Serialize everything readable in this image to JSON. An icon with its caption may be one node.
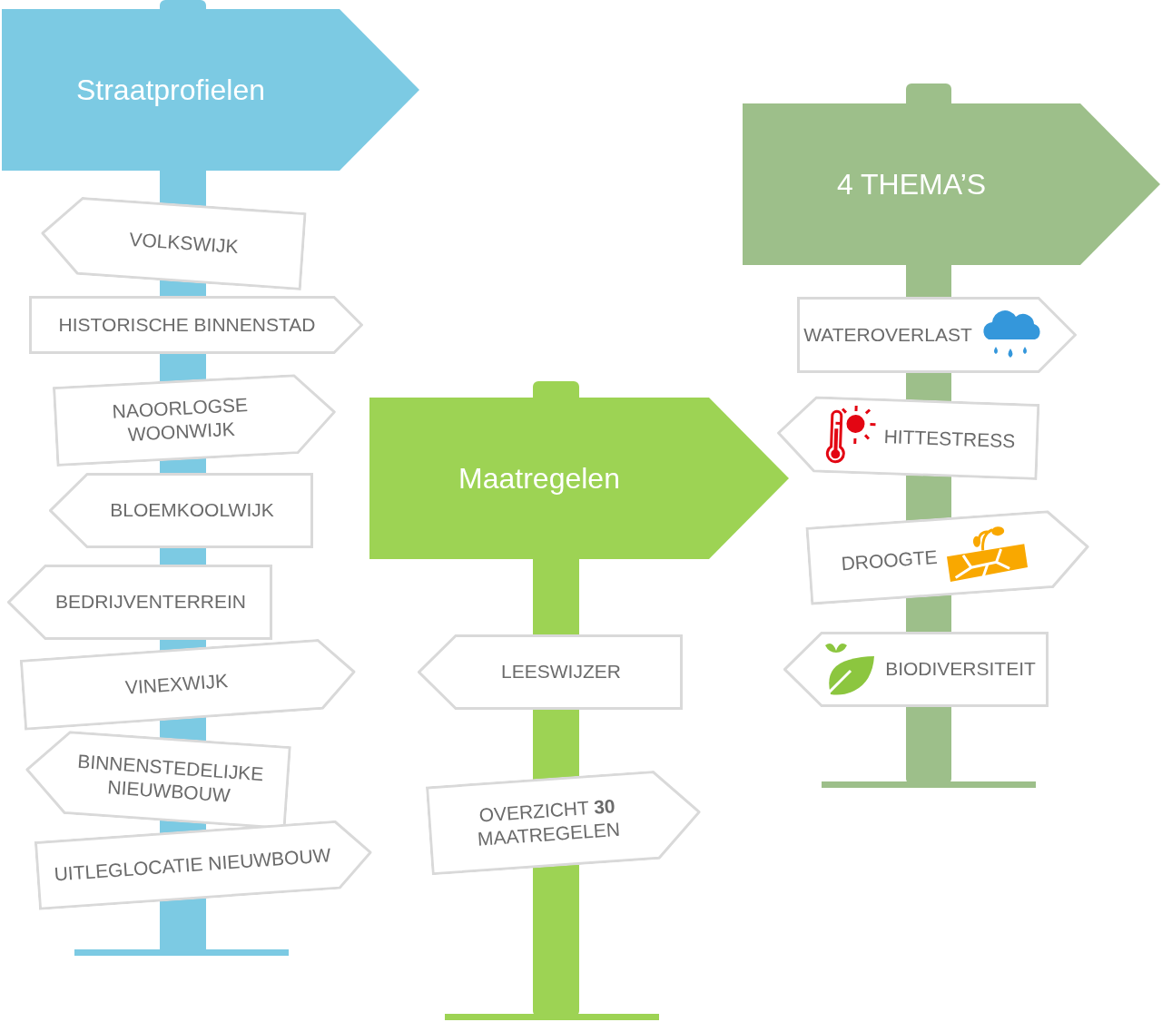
{
  "diagram": {
    "nodes": [
      {
        "text": [
          "Straatprofielen"
        ]
      },
      {
        "text": [
          "VOLKSWIJK"
        ]
      },
      {
        "text": [
          "HISTORISCHE BINNENSTAD"
        ]
      },
      {
        "text": [
          "NAOORLOGSE WOONWIJK"
        ]
      },
      {
        "text": [
          "BLOEMKOOLWIJK"
        ]
      },
      {
        "text": [
          "BEDRIJVENTERREIN"
        ]
      },
      {
        "text": [
          "VINEXWIJK"
        ]
      },
      {
        "text": [
          "BINNENSTEDELIJKE NIEUWBOUW"
        ]
      },
      {
        "text": [
          "UITLEGLOCATIE NIEUWBOUW"
        ]
      },
      {
        "text": [
          "Maatregelen"
        ]
      },
      {
        "text": [
          "LEESWIJZER"
        ]
      },
      {
        "text": [
          "OVERZICHT **30** MAATREGELEN"
        ]
      },
      {
        "text": [
          "4 THEMA’S"
        ]
      },
      {
        "text": [
          "WATEROVERLAST"
        ]
      },
      {
        "text": [
          "HITTESTRESS"
        ]
      },
      {
        "text": [
          "DROOGTE"
        ]
      },
      {
        "text": [
          "BIODIVERSITEIT"
        ]
      }
    ]
  }
}
